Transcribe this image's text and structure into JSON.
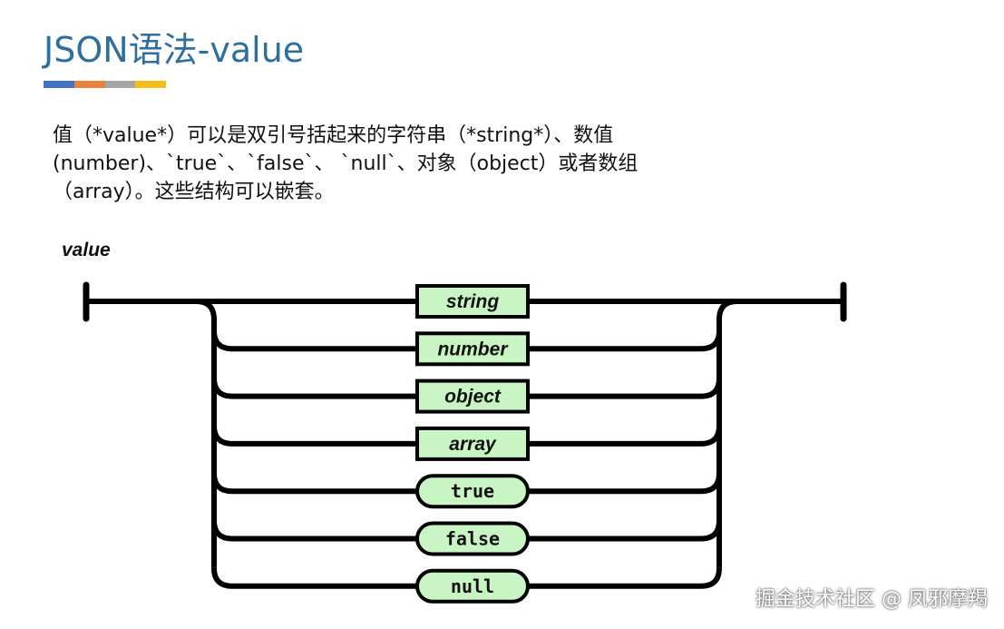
{
  "title": "JSON语法-value",
  "accent_colors": [
    "#4472C4",
    "#E8823C",
    "#A5A5A5",
    "#F5BF1A"
  ],
  "description": {
    "line1": "值（*value*）可以是双引号括起来的字符串（*string*）、数值",
    "line2": "(number)、`true`、`false`、 `null`、对象（object）或者数组",
    "line3": "（array）。这些结构可以嵌套。"
  },
  "diagram": {
    "label": "value",
    "items": [
      {
        "text": "string",
        "kind": "rect"
      },
      {
        "text": "number",
        "kind": "rect"
      },
      {
        "text": "object",
        "kind": "rect"
      },
      {
        "text": "array",
        "kind": "rect"
      },
      {
        "text": "true",
        "kind": "pill"
      },
      {
        "text": "false",
        "kind": "pill"
      },
      {
        "text": "null",
        "kind": "pill"
      }
    ],
    "box_fill": "#C8F5C3",
    "line_color": "#000000"
  },
  "watermark": "掘金技术社区 @ 凤邪摩羯"
}
